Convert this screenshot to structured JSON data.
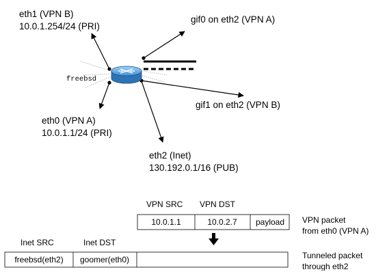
{
  "labels": {
    "eth1_name": "eth1 (VPN B)",
    "eth1_addr": "10.0.1.254/24 (PRI)",
    "gif0": "gif0 on eth2 (VPN A)",
    "router": "freebsd",
    "gif1": "gif1 on eth2 (VPN B)",
    "eth0_name": "eth0 (VPN A)",
    "eth0_addr": "10.0.1.1/24 (PRI)",
    "eth2_name": "eth2 (Inet)",
    "eth2_addr": "130.192.0.1/16 (PUB)"
  },
  "vpn_packet": {
    "header_src": "VPN SRC",
    "header_dst": "VPN DST",
    "src": "10.0.1.1",
    "dst": "10.0.2.7",
    "payload": "payload",
    "caption_line1": "VPN packet",
    "caption_line2": "from eth0 (VPN A)"
  },
  "tunnel_packet": {
    "header_src": "Inet SRC",
    "header_dst": "Inet DST",
    "src": "freebsd(eth2)",
    "dst": "goomer(eth0)",
    "caption_line1": "Tunneled packet",
    "caption_line2": "through eth2"
  },
  "colors": {
    "router_body": "#3f8fd2",
    "router_top": "#7fc0f0",
    "line": "#000000"
  }
}
